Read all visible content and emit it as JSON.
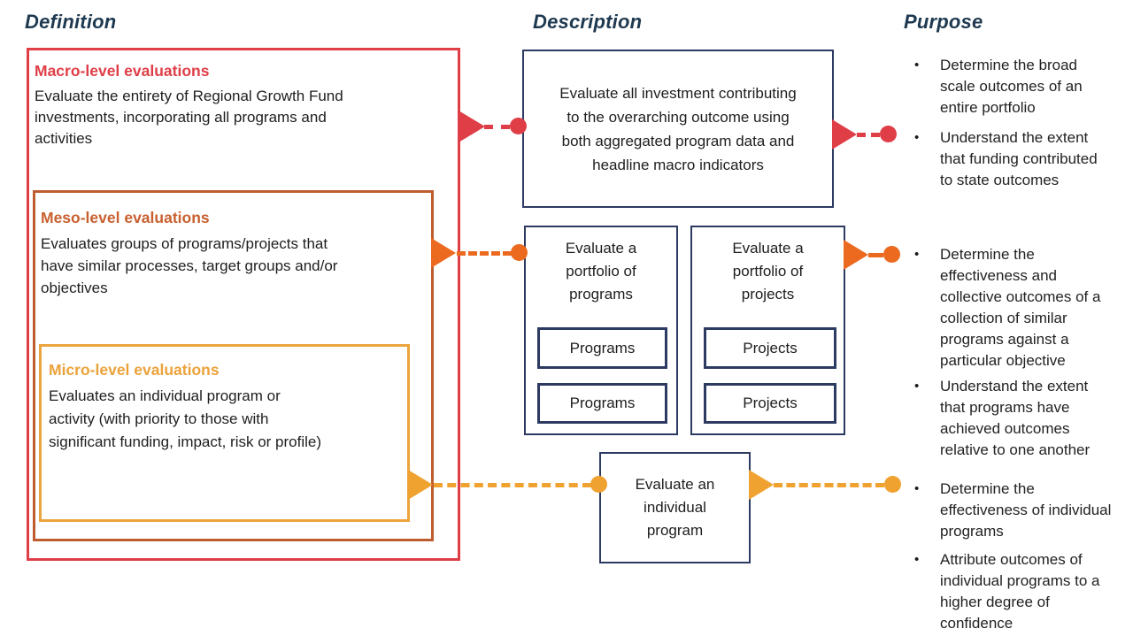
{
  "headers": {
    "definition": "Definition",
    "description": "Description",
    "purpose": "Purpose"
  },
  "definition": {
    "macro": {
      "title": "Macro-level evaluations",
      "lines": [
        "Evaluate the entirety of Regional Growth Fund",
        "investments, incorporating all programs and",
        "activities"
      ]
    },
    "meso": {
      "title": "Meso-level evaluations",
      "lines": [
        "Evaluates groups of programs/projects that",
        "have similar processes, target groups and/or",
        "objectives"
      ]
    },
    "micro": {
      "title": "Micro-level evaluations",
      "lines": [
        "Evaluates an individual program or",
        "activity (with priority to those with",
        "significant funding, impact, risk or profile)"
      ]
    }
  },
  "description": {
    "macro": {
      "lines": [
        "Evaluate all investment contributing",
        "to the overarching outcome using",
        "both aggregated program data and",
        "headline macro indicators"
      ]
    },
    "programs": {
      "title_lines": [
        "Evaluate a",
        "portfolio of",
        "programs"
      ],
      "items": [
        "Programs",
        "Programs"
      ]
    },
    "projects": {
      "title_lines": [
        "Evaluate a",
        "portfolio of",
        "projects"
      ],
      "items": [
        "Projects",
        "Projects"
      ]
    },
    "individual": {
      "lines": [
        "Evaluate an",
        "individual",
        "program"
      ]
    }
  },
  "purpose": {
    "macro": [
      "Determine the broad scale outcomes of an entire portfolio",
      "Understand the extent that funding contributed to state outcomes"
    ],
    "meso": [
      "Determine the effectiveness and collective outcomes of a collection of similar programs against a particular objective",
      "Understand the extent that programs have achieved outcomes relative to one another"
    ],
    "micro": [
      "Determine the effectiveness of individual programs",
      "Attribute outcomes of individual programs to a higher degree of confidence"
    ]
  },
  "colors": {
    "macro_red": "#DF3E47",
    "meso_border": "#BF5C2F",
    "meso_title": "#C8602F",
    "meso_connector": "#EB6A1F",
    "micro_gold": "#ECA43E",
    "micro_connector": "#F0A231",
    "navy_border": "#2D3A62",
    "header_navy": "#1E3950",
    "body_text": "#1E1E1E"
  }
}
